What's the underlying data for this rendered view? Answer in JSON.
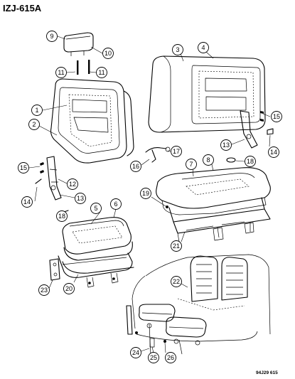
{
  "header": {
    "title": "IZJ-615A"
  },
  "footer": {
    "code": "94J29 615"
  },
  "callouts": [
    {
      "label": "1"
    },
    {
      "label": "2"
    },
    {
      "label": "3"
    },
    {
      "label": "4"
    },
    {
      "label": "5"
    },
    {
      "label": "6"
    },
    {
      "label": "7"
    },
    {
      "label": "8"
    },
    {
      "label": "9"
    },
    {
      "label": "10"
    },
    {
      "label": "11"
    },
    {
      "label": "11"
    },
    {
      "label": "12"
    },
    {
      "label": "13"
    },
    {
      "label": "13"
    },
    {
      "label": "14"
    },
    {
      "label": "14"
    },
    {
      "label": "15"
    },
    {
      "label": "15"
    },
    {
      "label": "16"
    },
    {
      "label": "17"
    },
    {
      "label": "18"
    },
    {
      "label": "18"
    },
    {
      "label": "19"
    },
    {
      "label": "20"
    },
    {
      "label": "21"
    },
    {
      "label": "22"
    },
    {
      "label": "23"
    },
    {
      "label": "24"
    },
    {
      "label": "25"
    },
    {
      "label": "26"
    }
  ]
}
